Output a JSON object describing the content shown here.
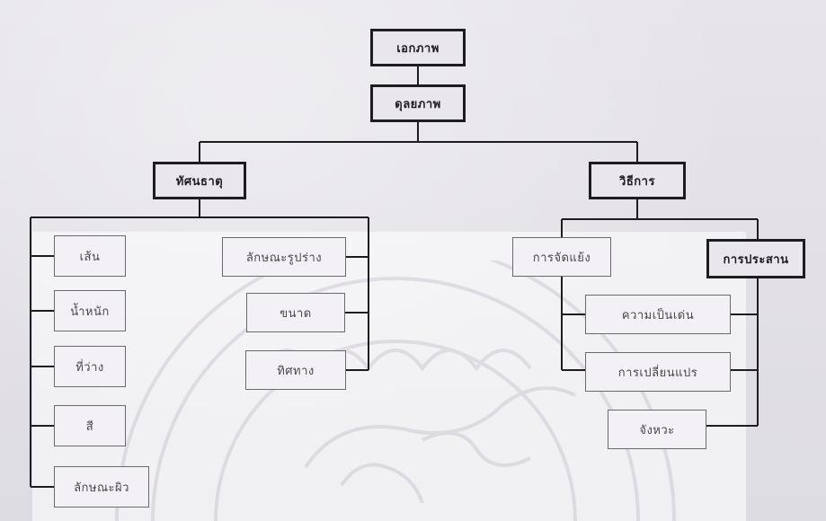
{
  "diagram": {
    "root": "เอกภาพ",
    "level2": "ดุลยภาพ",
    "left_branch": {
      "label": "ทัศนธาตุ",
      "col1": [
        "เส้น",
        "น้ำหนัก",
        "ที่ว่าง",
        "สี",
        "ลักษณะผิว"
      ],
      "col2": [
        "ลักษณะรูปร่าง",
        "ขนาด",
        "ทิศทาง"
      ]
    },
    "right_branch": {
      "label": "วิธีการ",
      "sub1": "การจัดแย้ง",
      "sub2": "การประสาน",
      "items": [
        "ความเป็นเด่น",
        "การเปลี่ยนแปร",
        "จังหวะ"
      ]
    }
  },
  "colors": {
    "background": "#e4e2e8",
    "thick_border": "#1e1c22",
    "thin_border": "#6c6870",
    "watermark": "#9a8fa6"
  },
  "watermark": {
    "icon": "university-seal-icon"
  }
}
